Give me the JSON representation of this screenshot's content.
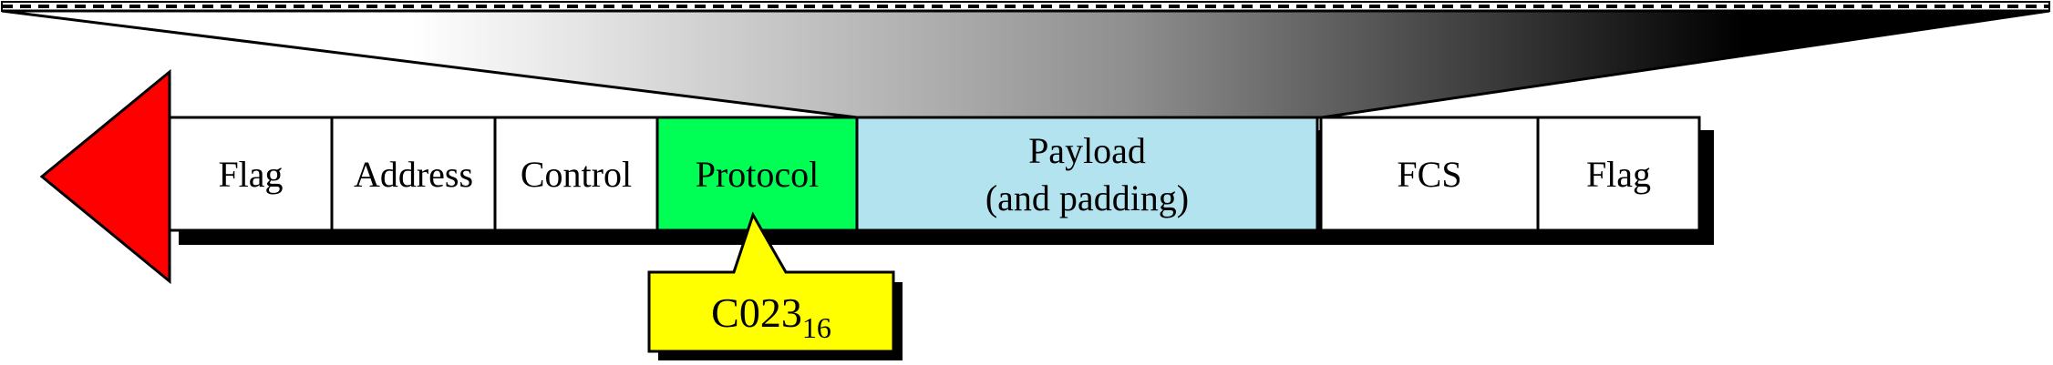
{
  "colors": {
    "arrow": "#ff0000",
    "protocol_field": "#00ff55",
    "payload_field": "#b3e3ee",
    "callout": "#ffff00",
    "shadow": "#000000",
    "field_default": "#ffffff"
  },
  "frame": {
    "fields": [
      {
        "key": "flag_start",
        "lines": [
          "Flag"
        ]
      },
      {
        "key": "address",
        "lines": [
          "Address"
        ]
      },
      {
        "key": "control",
        "lines": [
          "Control"
        ]
      },
      {
        "key": "protocol",
        "lines": [
          "Protocol"
        ]
      },
      {
        "key": "payload",
        "lines": [
          "Payload",
          "(and padding)"
        ]
      },
      {
        "key": "fcs",
        "lines": [
          "FCS"
        ]
      },
      {
        "key": "flag_end",
        "lines": [
          "Flag"
        ]
      }
    ]
  },
  "callout": {
    "value": "C023",
    "subscript": "16"
  },
  "icons": {
    "direction_arrow": "left-arrow-icon"
  }
}
